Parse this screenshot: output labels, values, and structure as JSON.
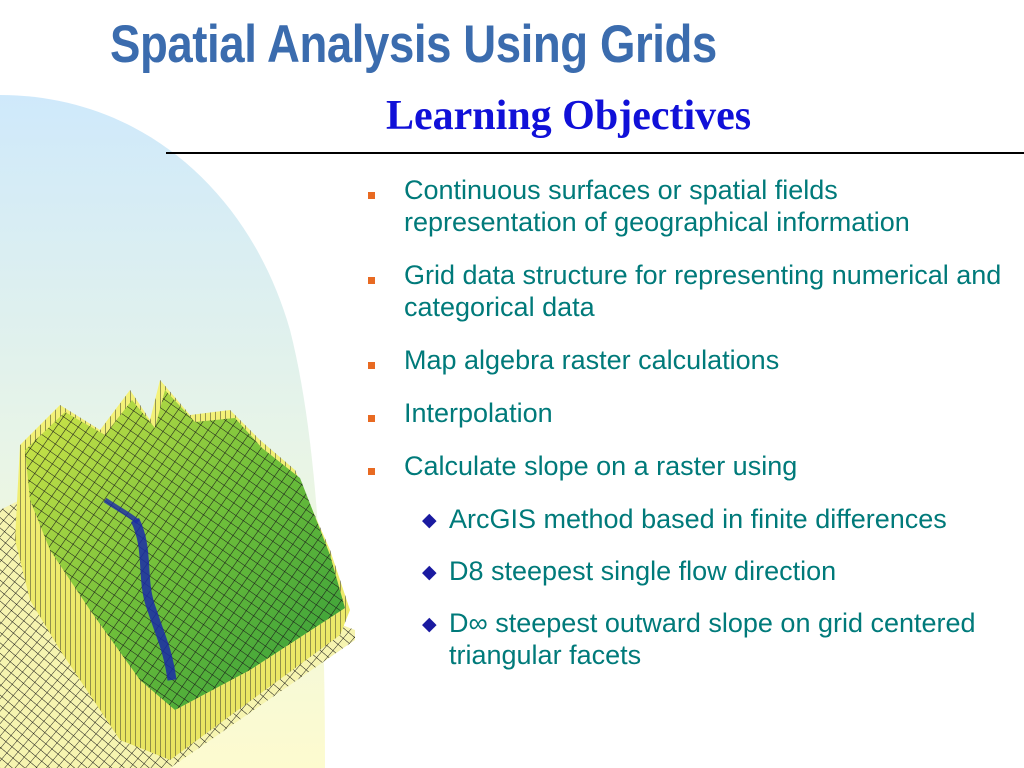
{
  "slide": {
    "title": "Spatial Analysis Using Grids",
    "subtitle": "Learning Objectives",
    "bullets": [
      {
        "level": 1,
        "text": "Continuous surfaces or spatial fields representation of geographical information"
      },
      {
        "level": 1,
        "text": "Grid data structure for representing numerical and categorical data"
      },
      {
        "level": 1,
        "text": "Map algebra raster calculations"
      },
      {
        "level": 1,
        "text": "Interpolation"
      },
      {
        "level": 1,
        "text": "Calculate slope on a raster using"
      },
      {
        "level": 2,
        "text": "ArcGIS method based in finite differences"
      },
      {
        "level": 2,
        "text": "D8 steepest single flow direction"
      },
      {
        "level": 2,
        "text": "D∞ steepest outward slope on grid centered triangular facets"
      }
    ]
  },
  "icons": {
    "level1_bullet": "orange-square-bullet-icon",
    "level2_bullet": "diamond-bullet-icon",
    "illustration": "terrain-mesh-illustration"
  },
  "colors": {
    "title": "#3b6cae",
    "subtitle": "#1010d8",
    "body_text": "#007a7a",
    "bullet_l1": "#e86a22",
    "bullet_l2": "#1a1aa0",
    "wedge_top": "#cfe9fb",
    "wedge_bottom": "#fdfbcf"
  }
}
